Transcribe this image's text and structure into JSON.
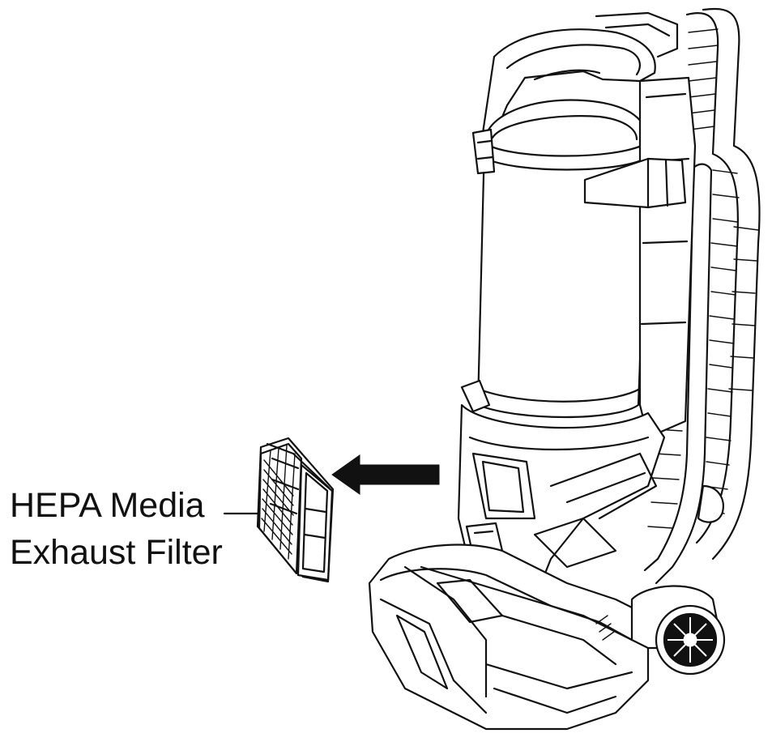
{
  "diagram": {
    "callout": {
      "line1": "HEPA Media",
      "line2": "Exhaust Filter"
    },
    "arrow_direction": "left",
    "colors": {
      "ink": "#111111",
      "background": "#ffffff"
    }
  }
}
